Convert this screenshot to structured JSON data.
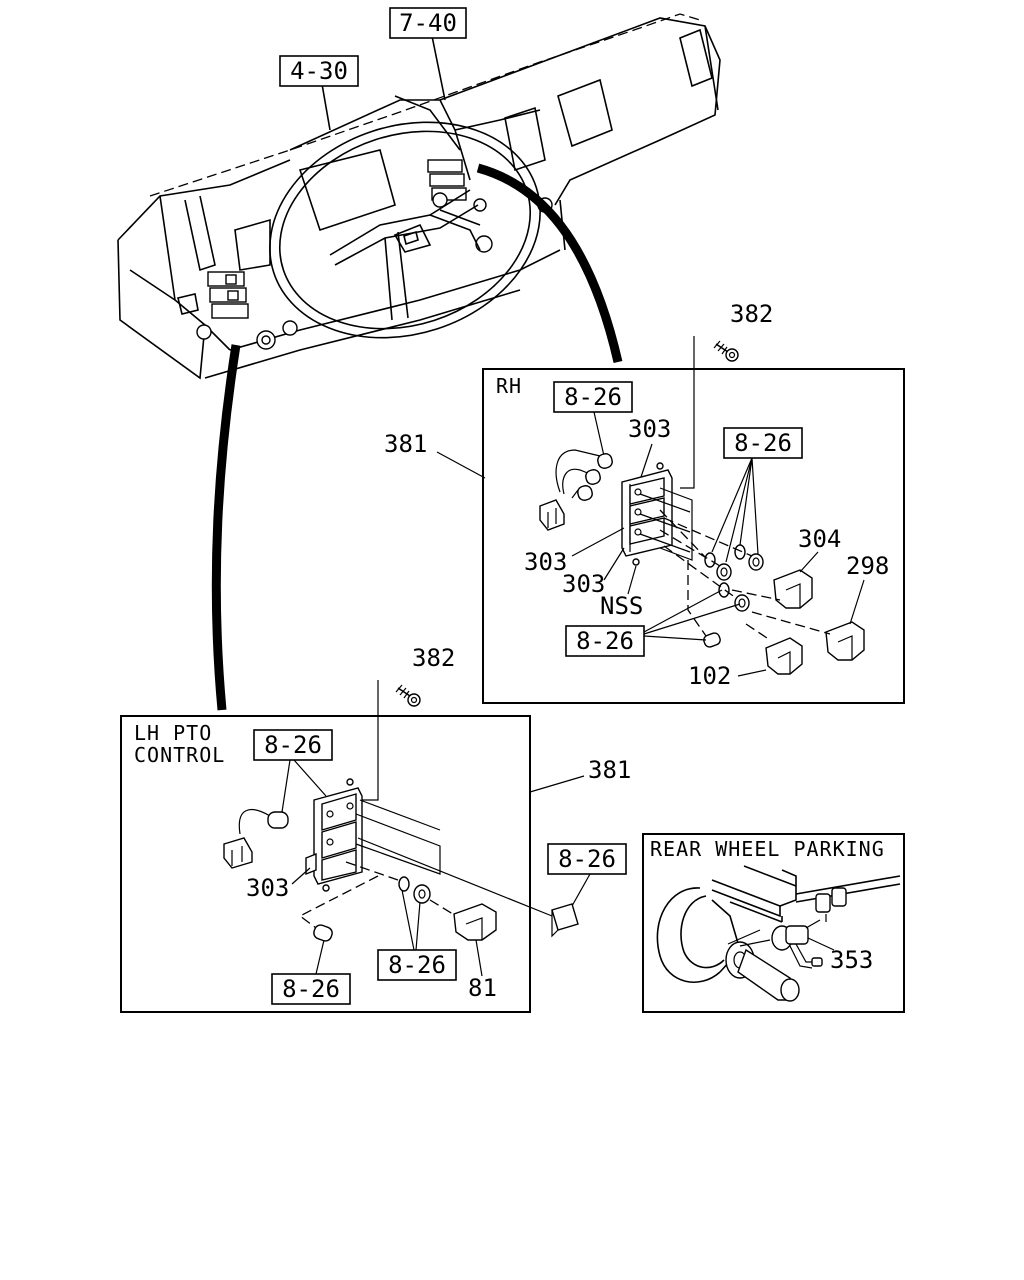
{
  "references": {
    "r740": "7-40",
    "r430": "4-30",
    "rh_826_a": "8-26",
    "rh_826_b": "8-26",
    "rh_826_c": "8-26",
    "lh_826_a": "8-26",
    "lh_826_b": "8-26",
    "lh_826_c": "8-26",
    "mid_826": "8-26"
  },
  "panels": {
    "rh": {
      "title": "RH"
    },
    "lh": {
      "title_line1": "LH PTO",
      "title_line2": "CONTROL"
    },
    "rear": {
      "title": "REAR WHEEL PARKING"
    }
  },
  "part_numbers": {
    "rh_382": "382",
    "rh_381": "381",
    "rh_303_top": "303",
    "rh_304": "304",
    "rh_298": "298",
    "rh_303_a": "303",
    "rh_303_b": "303",
    "rh_nss": "NSS",
    "rh_102": "102",
    "lh_382": "382",
    "lh_381": "381",
    "lh_303": "303",
    "lh_81": "81",
    "rear_353": "353"
  }
}
